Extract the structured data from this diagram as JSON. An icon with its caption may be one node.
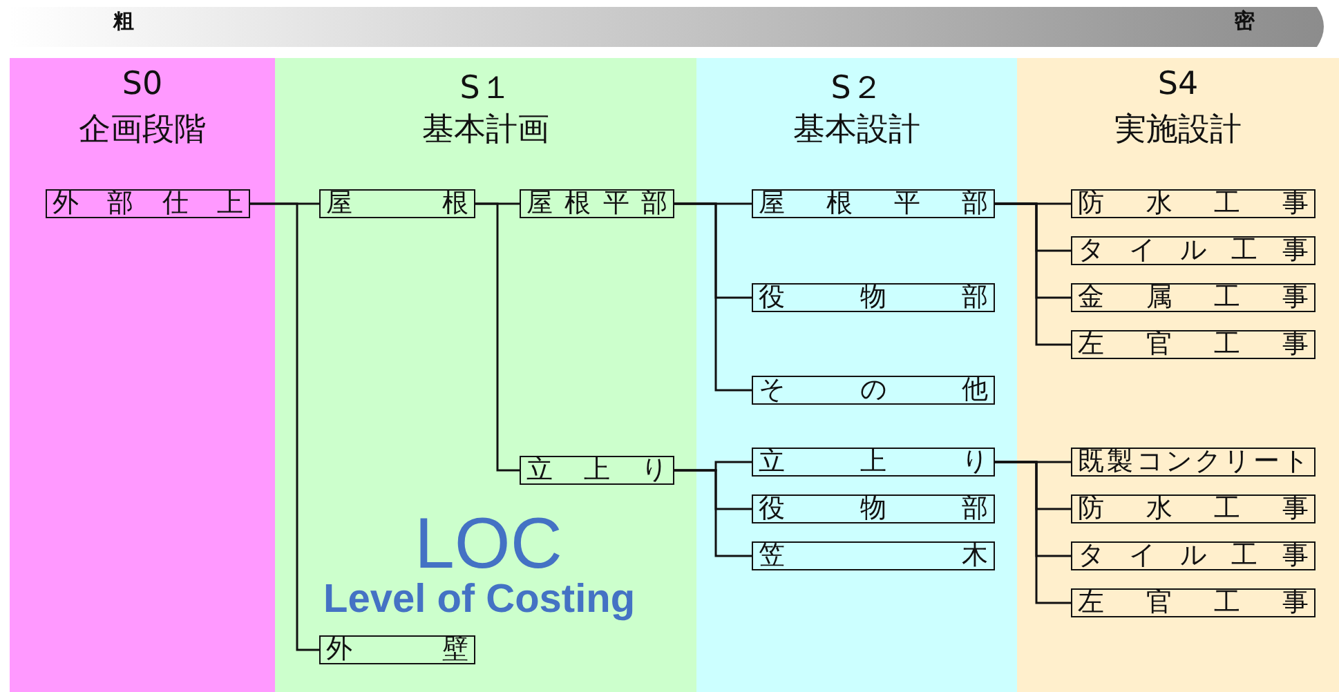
{
  "diagram": {
    "nodes": [
      {
        "text": [
          "S0",
          "企画段階"
        ]
      },
      {
        "text": [
          "S１",
          "基本計画"
        ]
      },
      {
        "text": [
          "S２",
          "基本設計"
        ]
      },
      {
        "text": [
          "S4",
          "実施設計"
        ]
      },
      {
        "text": [
          "外部仕上"
        ],
        "in": 0
      },
      {
        "text": [
          "屋根"
        ],
        "in": 1
      },
      {
        "text": [
          "外壁"
        ],
        "in": 1
      },
      {
        "text": [
          "屋根平部"
        ],
        "in": 1
      },
      {
        "text": [
          "立上り"
        ],
        "in": 1
      },
      {
        "text": [
          "屋根平部"
        ],
        "in": 2
      },
      {
        "text": [
          "役物部"
        ],
        "in": 2
      },
      {
        "text": [
          "その他"
        ],
        "in": 2
      },
      {
        "text": [
          "立上り"
        ],
        "in": 2
      },
      {
        "text": [
          "役物部"
        ],
        "in": 2
      },
      {
        "text": [
          "笠木"
        ],
        "in": 2
      },
      {
        "text": [
          "防水工事"
        ],
        "in": 3
      },
      {
        "text": [
          "タイル工事"
        ],
        "in": 3
      },
      {
        "text": [
          "金属工事"
        ],
        "in": 3
      },
      {
        "text": [
          "左官工事"
        ],
        "in": 3
      },
      {
        "text": [
          "既製コンクリート"
        ],
        "in": 3
      },
      {
        "text": [
          "防水工事"
        ],
        "in": 3
      },
      {
        "text": [
          "タイル工事"
        ],
        "in": 3
      },
      {
        "text": [
          "左官工事"
        ],
        "in": 3
      }
    ],
    "edges": [
      {
        "from": 4,
        "to": 5,
        "arrow": "none"
      },
      {
        "from": 4,
        "to": 6,
        "arrow": "none"
      },
      {
        "from": 5,
        "to": 7,
        "arrow": "none"
      },
      {
        "from": 5,
        "to": 8,
        "arrow": "none"
      },
      {
        "from": 7,
        "to": 9,
        "arrow": "none"
      },
      {
        "from": 7,
        "to": 10,
        "arrow": "none"
      },
      {
        "from": 7,
        "to": 11,
        "arrow": "none"
      },
      {
        "from": 8,
        "to": 12,
        "arrow": "none"
      },
      {
        "from": 8,
        "to": 13,
        "arrow": "none"
      },
      {
        "from": 8,
        "to": 14,
        "arrow": "none"
      },
      {
        "from": 9,
        "to": 15,
        "arrow": "none"
      },
      {
        "from": 9,
        "to": 16,
        "arrow": "none"
      },
      {
        "from": 9,
        "to": 17,
        "arrow": "none"
      },
      {
        "from": 9,
        "to": 18,
        "arrow": "none"
      },
      {
        "from": 12,
        "to": 19,
        "arrow": "none"
      },
      {
        "from": 12,
        "to": 20,
        "arrow": "none"
      },
      {
        "from": 12,
        "to": 21,
        "arrow": "none"
      },
      {
        "from": 12,
        "to": 22,
        "arrow": "none"
      }
    ],
    "labels": [
      "粗",
      "密",
      "LOC",
      "Level of Costing"
    ]
  }
}
